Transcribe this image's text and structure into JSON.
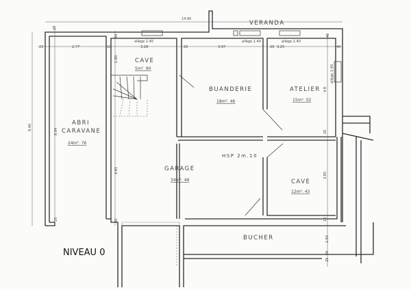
{
  "plan": {
    "level": "NIVEAU 0",
    "rooms": {
      "cave_top": {
        "name": "CAVE",
        "area": "5m². 90"
      },
      "buanderie": {
        "name": "BUANDERIE",
        "area": "18m². 46"
      },
      "atelier": {
        "name": "ATELIER",
        "area": "15m². 02"
      },
      "abri": {
        "name_1": "ABRI",
        "name_2": "CARAVANE",
        "area": "24m². 76"
      },
      "garage": {
        "name": "GARAGE",
        "area": "34m². 49"
      },
      "hsp": {
        "name": "HSP 2m.10"
      },
      "cave_bottom": {
        "name": "CAVE",
        "area": "12m². 43"
      },
      "bucher": {
        "name": "BUCHER"
      },
      "veranda": {
        "name": "VERANDA"
      }
    },
    "dimensions": {
      "total_width": "14.60",
      "total_height": "9.40",
      "abri_height": "8.94",
      "abri_width": "2.77",
      "cave_width": "3.28",
      "buanderie_width": "3.97",
      "atelier_width": "3.25",
      "cave_depth": "1.80",
      "garage_depth": "4.81",
      "atelier_depth": "4.8",
      "cave2_depth": "3.85",
      "bucher_depth": "1.55",
      "w23": "23",
      "w28": "28",
      "w10": "10",
      "w40a": "40",
      "w20a": "20",
      "w20b": "20",
      "w40b": "40",
      "w40c": "40",
      "w20c": "20",
      "w10b": "10",
      "w20d": "20",
      "w25a": "25",
      "w40d": "40",
      "w25b": "25",
      "allege_1": "allège 1.40",
      "allege_2": "allège 1.40",
      "allege_3": "allège 1.40",
      "allege_4": "allège 1.40"
    }
  }
}
